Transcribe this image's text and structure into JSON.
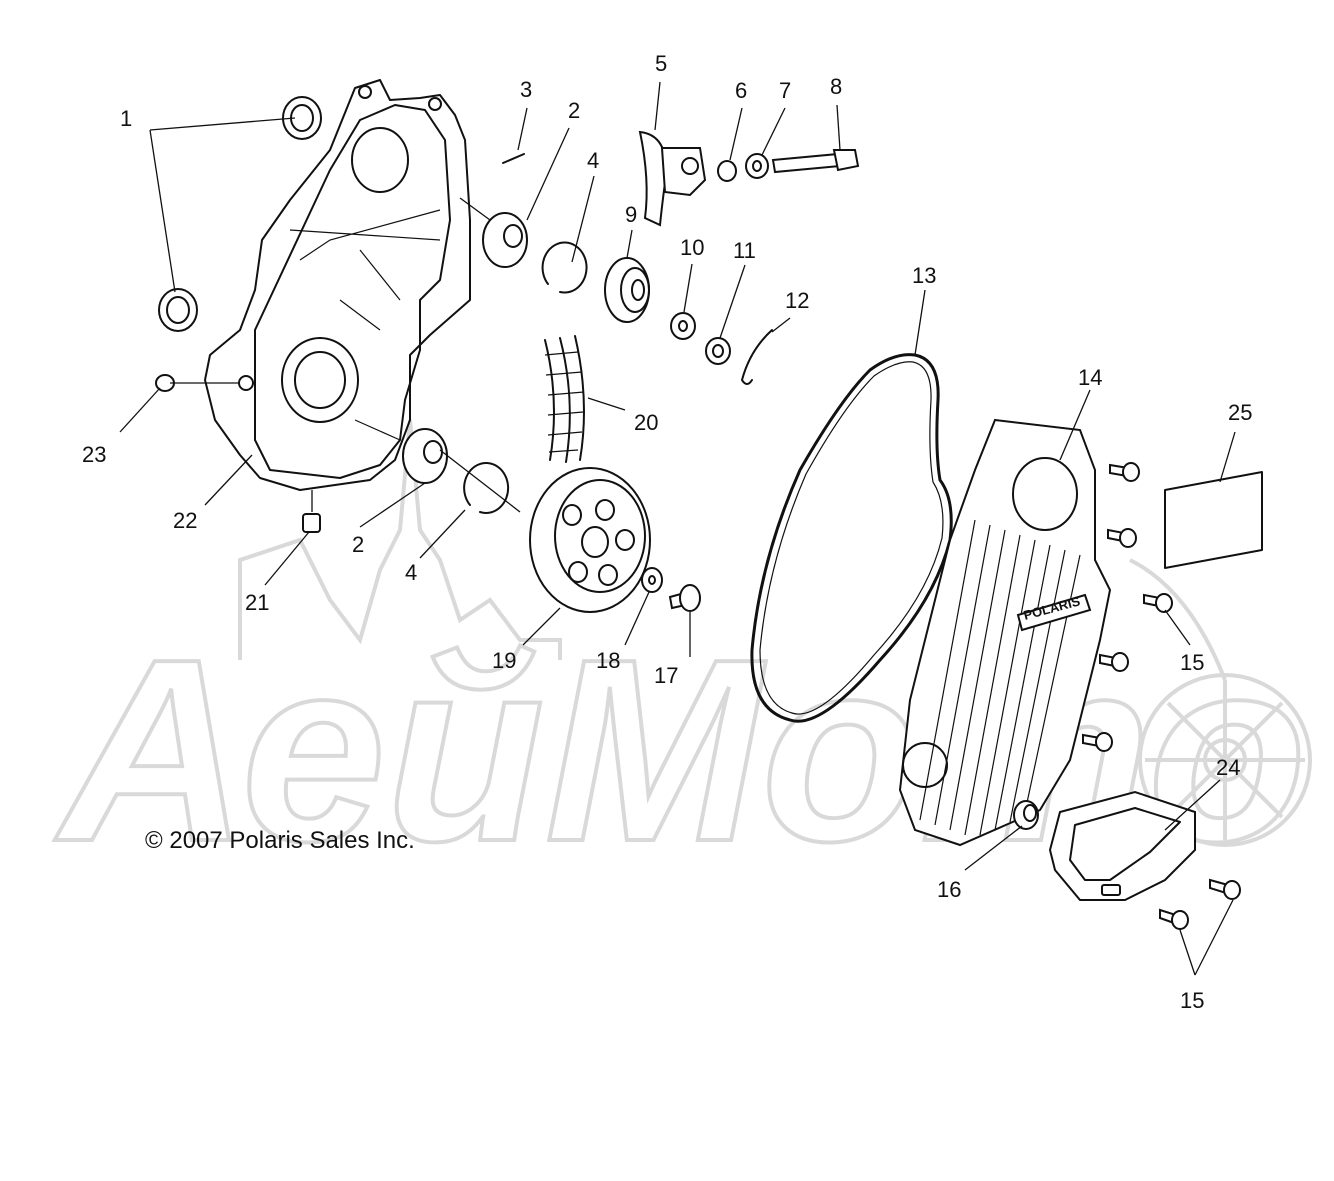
{
  "watermark": {
    "text": "АейМото"
  },
  "copyright": "© 2007 Polaris Sales Inc.",
  "logo_text": "POLARIS",
  "callouts": [
    "1",
    "2",
    "3",
    "4",
    "5",
    "6",
    "7",
    "8",
    "9",
    "10",
    "11",
    "12",
    "13",
    "14",
    "15",
    "16",
    "17",
    "18",
    "19",
    "20",
    "21",
    "22",
    "23",
    "24",
    "25"
  ]
}
